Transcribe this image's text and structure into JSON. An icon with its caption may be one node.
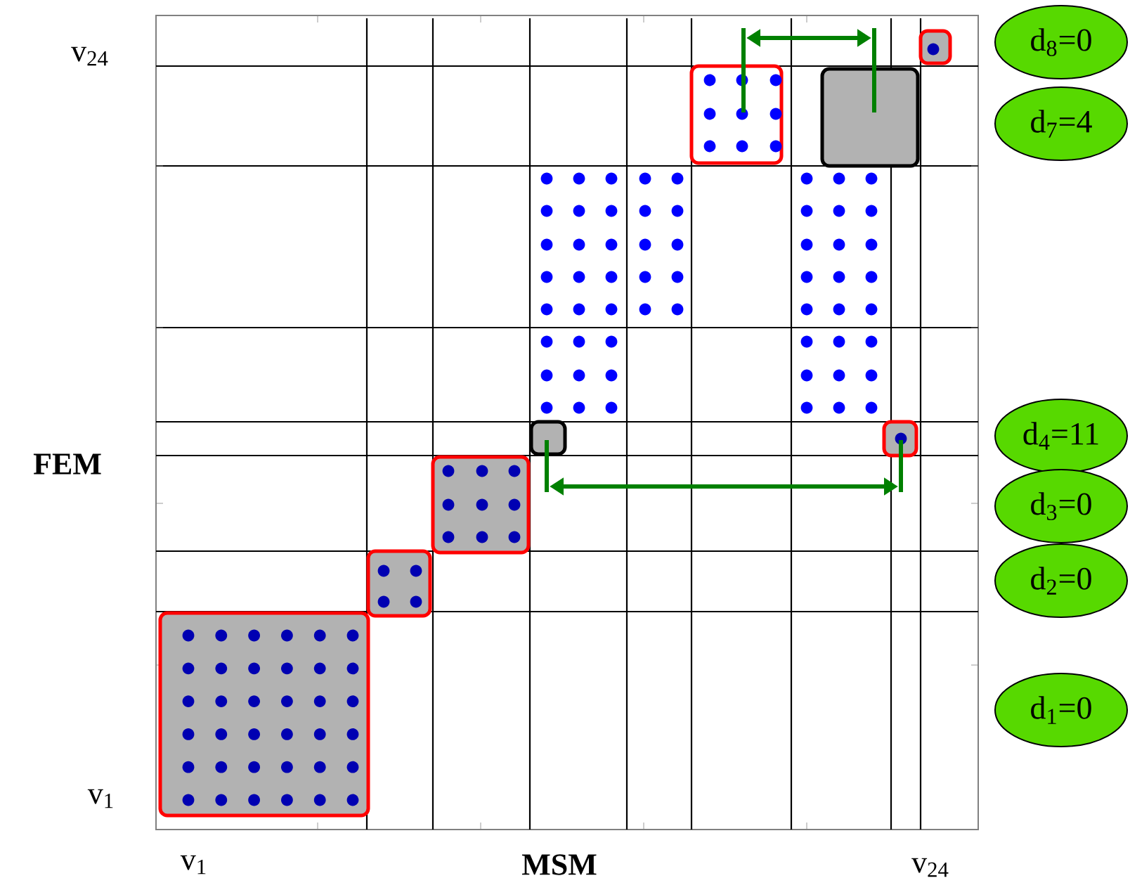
{
  "diagram": {
    "nodes": [
      {
        "text": [
          "d$_{8}$=0"
        ]
      },
      {
        "text": [
          "d$_{7}$=4"
        ]
      },
      {
        "text": [
          "d$_{4}$=11"
        ]
      },
      {
        "text": [
          "d$_{3}$=0"
        ]
      },
      {
        "text": [
          "d$_{2}$=0"
        ]
      },
      {
        "text": [
          "d$_{1}$=0"
        ]
      }
    ],
    "labels": [
      "v$_{24}$",
      "FEM",
      "v$_{1}$",
      "v$_{1}$",
      "MSM",
      "v$_{24}$"
    ]
  }
}
